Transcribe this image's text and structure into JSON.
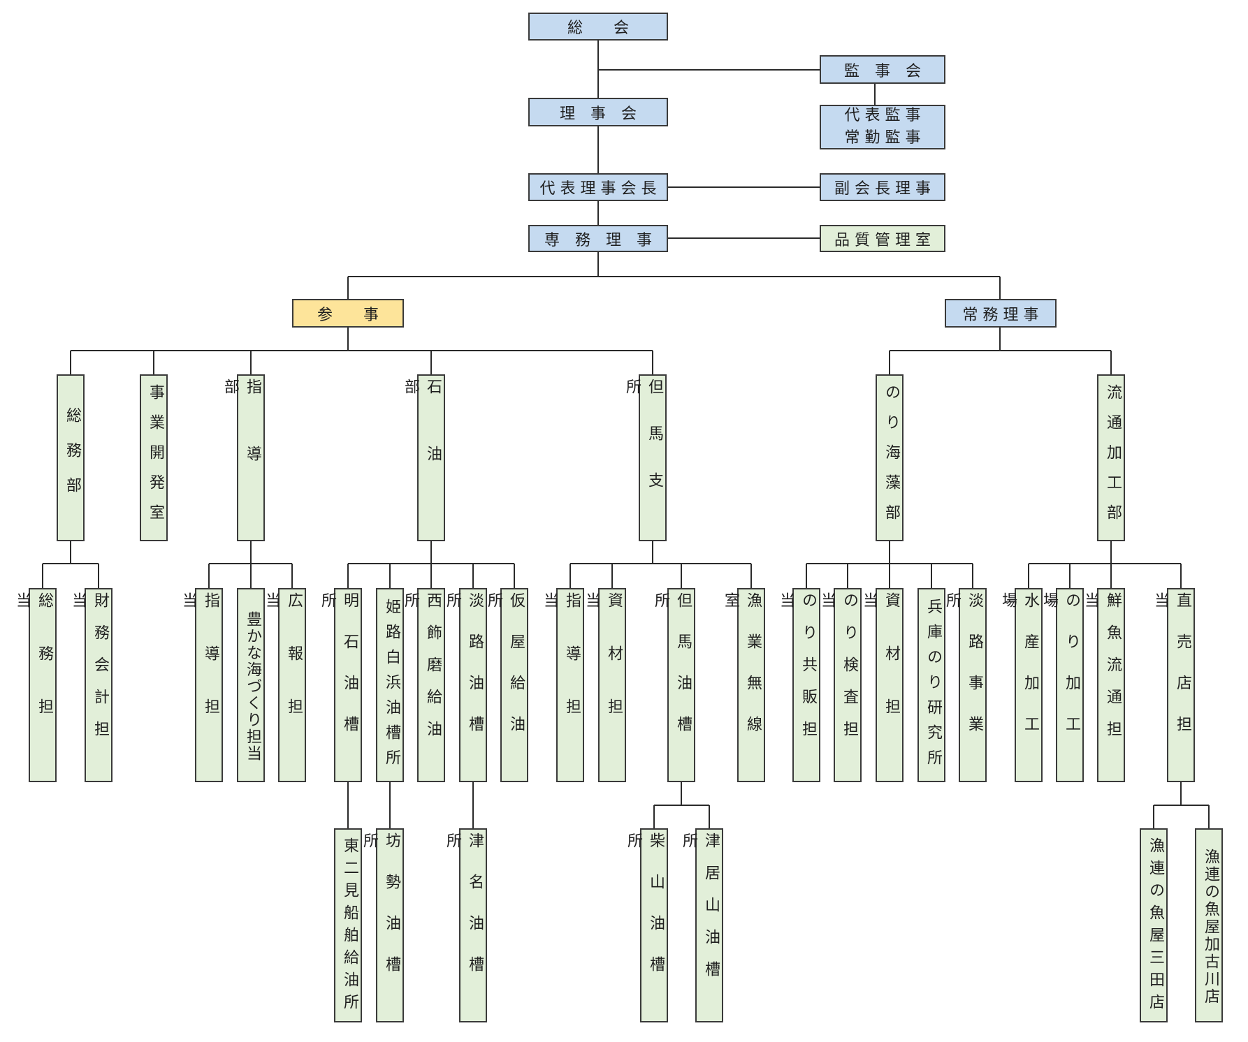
{
  "top": {
    "general_meeting": "総　　会",
    "auditors_board": "監　事　会",
    "auditors": "代 表 監 事\n常 勤 監 事",
    "board": "理　事　会",
    "chairman": "代 表 理 事 会 長",
    "vice_chairman": "副 会 長 理 事",
    "managing_director": "専　務　理　事",
    "quality_office": "品 質 管 理 室"
  },
  "left_branch": {
    "head": "参　　事",
    "departments": [
      {
        "label": "総務部",
        "units": [
          {
            "label": "総務担当"
          },
          {
            "label": "財務会計担当"
          }
        ]
      },
      {
        "label": "事業開発室",
        "units": []
      },
      {
        "label": "指導部",
        "units": [
          {
            "label": "指導担当"
          },
          {
            "label": "豊かな海づくり担当"
          },
          {
            "label": "広報担当"
          }
        ]
      },
      {
        "label": "石油部",
        "units": [
          {
            "label": "明石油槽所",
            "sub": "東二見船舶給油所"
          },
          {
            "label": "姫路白浜油槽所",
            "sub": "坊勢油槽所"
          },
          {
            "label": "西飾磨給油所"
          },
          {
            "label": "淡路油槽所",
            "sub": "津名油槽所"
          },
          {
            "label": "仮屋給油所"
          }
        ]
      },
      {
        "label": "但馬支所",
        "units": [
          {
            "label": "指導担当"
          },
          {
            "label": "資材担当"
          },
          {
            "label": "但馬油槽所",
            "subs": [
              "柴山油槽所",
              "津居山油槽所"
            ]
          },
          {
            "label": "漁業無線室"
          }
        ]
      }
    ]
  },
  "right_branch": {
    "head": "常 務 理 事",
    "departments": [
      {
        "label": "のり海藻部",
        "units": [
          {
            "label": "のり共販担当"
          },
          {
            "label": "のり検査担当"
          },
          {
            "label": "資材担当"
          },
          {
            "label": "兵庫のり研究所"
          },
          {
            "label": "淡路事業所"
          }
        ]
      },
      {
        "label": "流通加工部",
        "units": [
          {
            "label": "水産加工場"
          },
          {
            "label": "のり加工場"
          },
          {
            "label": "鮮魚流通担当"
          },
          {
            "label": "直売店担当",
            "subs": [
              "漁連の魚屋三田店",
              "漁連の魚屋加古川店"
            ]
          }
        ]
      }
    ]
  }
}
